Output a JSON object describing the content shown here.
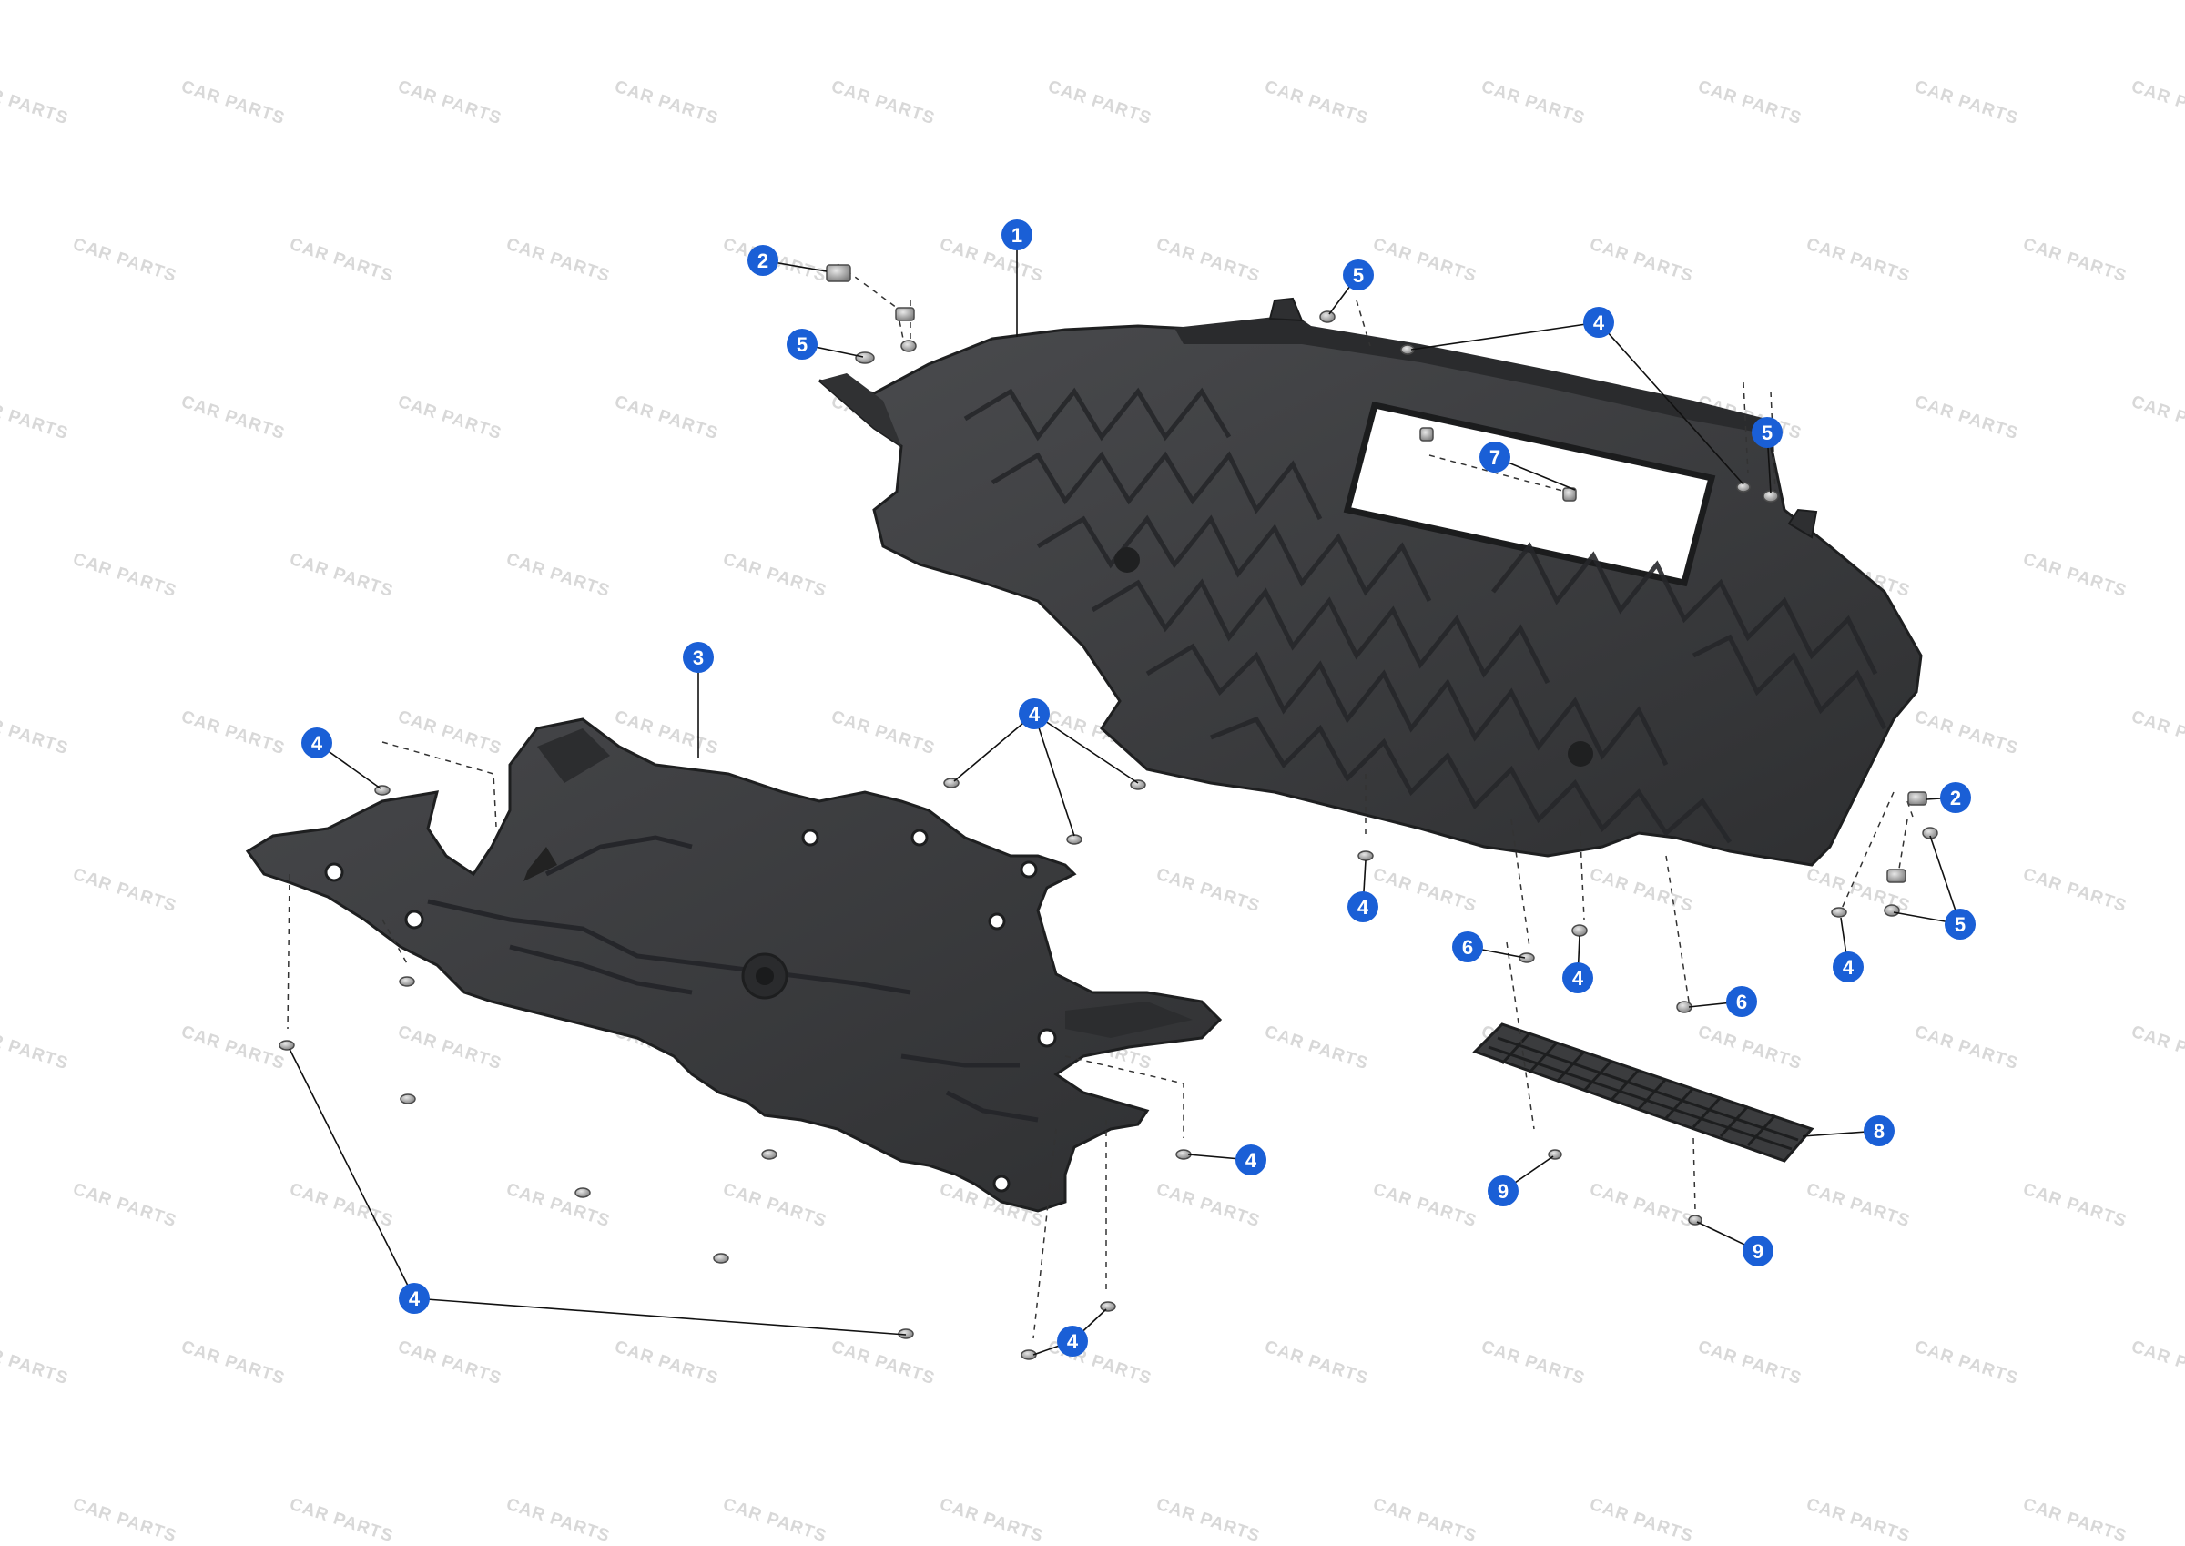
{
  "watermark": {
    "text": "CAR PARTS",
    "color": "#d6d6d6"
  },
  "colors": {
    "callout": "#1a5fd6",
    "panel": "#3a3b3d",
    "panel_edge": "#232425",
    "rib": "#2b2c2e",
    "leader": "#111111",
    "fastener": "#8c8c8c"
  },
  "callouts": [
    {
      "id": "c1",
      "label": "1"
    },
    {
      "id": "c2a",
      "label": "2"
    },
    {
      "id": "c2b",
      "label": "2"
    },
    {
      "id": "c3",
      "label": "3"
    },
    {
      "id": "c4a",
      "label": "4"
    },
    {
      "id": "c4b",
      "label": "4"
    },
    {
      "id": "c4c",
      "label": "4"
    },
    {
      "id": "c4d",
      "label": "4"
    },
    {
      "id": "c4e",
      "label": "4"
    },
    {
      "id": "c4f",
      "label": "4"
    },
    {
      "id": "c4g",
      "label": "4"
    },
    {
      "id": "c4h",
      "label": "4"
    },
    {
      "id": "c4i",
      "label": "4"
    },
    {
      "id": "c5a",
      "label": "5"
    },
    {
      "id": "c5b",
      "label": "5"
    },
    {
      "id": "c5c",
      "label": "5"
    },
    {
      "id": "c5d",
      "label": "5"
    },
    {
      "id": "c6a",
      "label": "6"
    },
    {
      "id": "c6b",
      "label": "6"
    },
    {
      "id": "c7",
      "label": "7"
    },
    {
      "id": "c8",
      "label": "8"
    },
    {
      "id": "c9a",
      "label": "9"
    },
    {
      "id": "c9b",
      "label": "9"
    }
  ]
}
